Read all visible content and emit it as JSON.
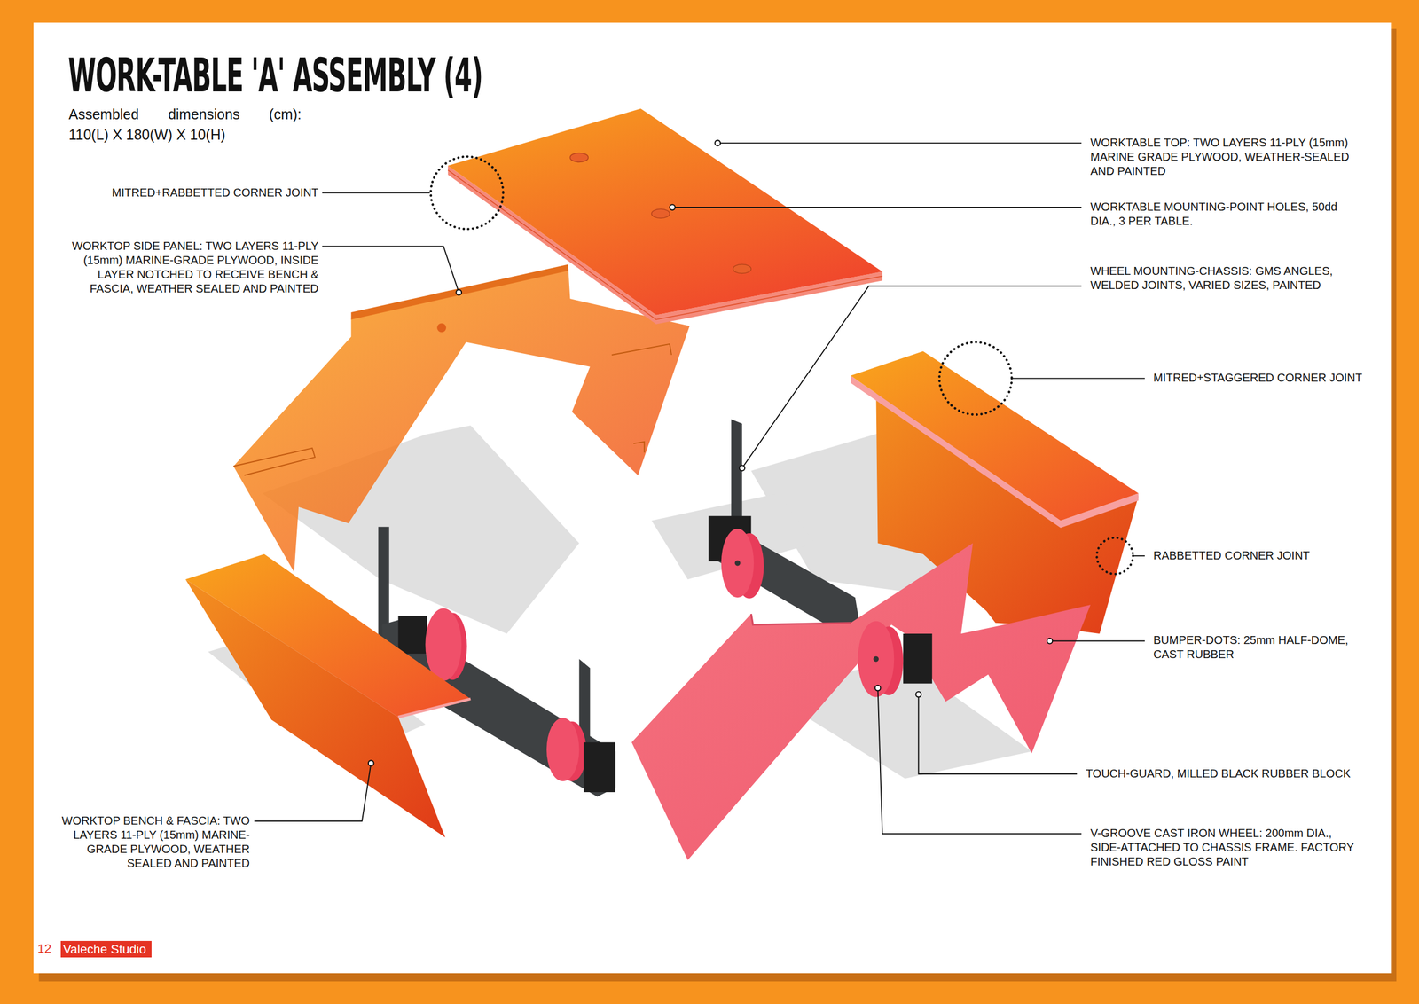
{
  "diagram": {
    "title": "WORK-TABLE 'A' ASSEMBLY (4)",
    "nodes": [
      {
        "text": [
          "Valeche Studio"
        ]
      }
    ],
    "labels": [
      "Assembled dimensions (cm):",
      "110(L) X 180(W) X 10(H)",
      "MITRED+RABBETTED CORNER JOINT",
      "WORKTOP SIDE PANEL: TWO LAYERS 11-PLY (15mm) MARINE-GRADE PLYWOOD, INSIDE LAYER NOTCHED TO RECEIVE BENCH & FASCIA, WEATHER SEALED AND PAINTED",
      "WORKTOP BENCH & FASCIA: TWO LAYERS 11-PLY (15mm) MARINE-GRADE PLYWOOD, WEATHER SEALED AND PAINTED",
      "WORKTABLE TOP: TWO LAYERS 11-PLY (15mm) MARINE GRADE PLYWOOD, WEATHER-SEALED AND PAINTED",
      "WORKTABLE MOUNTING-POINT HOLES, 50dd DIA., 3 PER TABLE.",
      "WHEEL MOUNTING-CHASSIS: GMS ANGLES, WELDED JOINTS, VARIED SIZES, PAINTED",
      "MITRED+STAGGERED CORNER JOINT",
      "RABBETTED CORNER JOINT",
      "BUMPER-DOTS: 25mm HALF-DOME, CAST RUBBER",
      "TOUCH-GUARD, MILLED BLACK RUBBER BLOCK",
      "V-GROOVE CAST IRON WHEEL: 200mm DIA., SIDE-ATTACHED TO CHASSIS FRAME. FACTORY FINISHED RED GLOSS PAINT",
      "12"
    ]
  }
}
